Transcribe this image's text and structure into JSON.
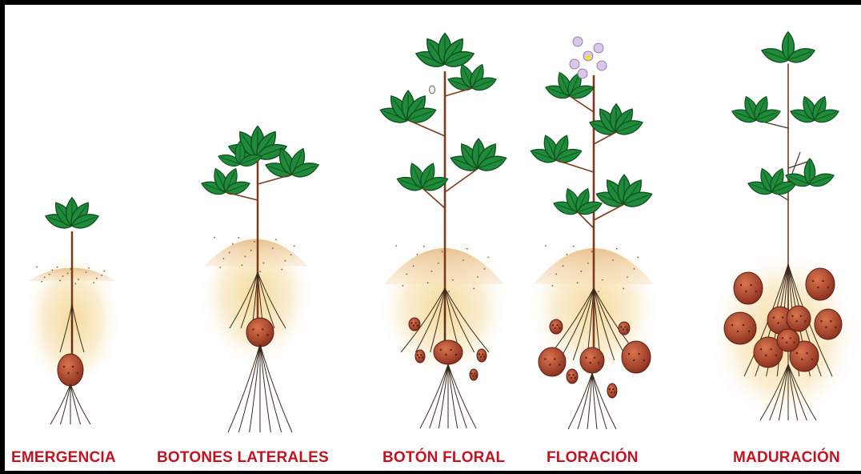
{
  "stages": [
    {
      "label": "EMERGENCIA",
      "icon": "potato-plant-emergence-icon"
    },
    {
      "label": "BOTONES LATERALES",
      "icon": "potato-plant-lateral-buds-icon"
    },
    {
      "label": "BOTÓN FLORAL",
      "icon": "potato-plant-flower-bud-icon"
    },
    {
      "label": "FLORACIÓN",
      "icon": "potato-plant-flowering-icon"
    },
    {
      "label": "MADURACIÓN",
      "icon": "potato-plant-maturation-icon"
    }
  ],
  "colors": {
    "label": "#c41220",
    "leaf": "#1f8a3a",
    "leaf_dark": "#0d4d1e",
    "stem": "#7a3b1e",
    "tuber": "#b04a2e",
    "soil": "#e2b27a",
    "glow": "#f3d48e",
    "flower": "#d9c6ea",
    "border": "#000000"
  }
}
